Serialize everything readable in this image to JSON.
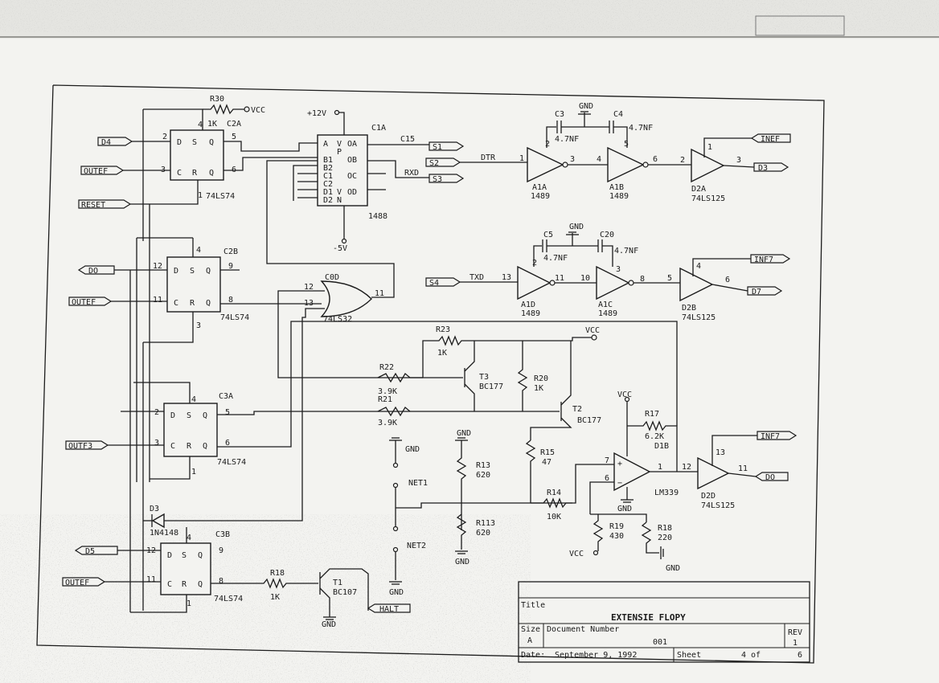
{
  "colors": {
    "paper": "#f3f3f0",
    "ink": "#1a1a1a",
    "noise": "#9a9a96"
  },
  "ports": {
    "d4": "D4",
    "outef_a": "OUTEF",
    "reset": "RESET",
    "d0_in": "DO",
    "outef_b": "OUTEF",
    "outf3": "OUTF3",
    "d5": "D5",
    "outef_c": "OUTEF",
    "s1": "S1",
    "s2": "S2",
    "s3": "S3",
    "s4": "S4",
    "inef": "INEF",
    "d3": "D3",
    "inf7_a": "INF7",
    "d7": "D7",
    "inf7_b": "INF7",
    "d0_out": "DO",
    "halt": "HALT"
  },
  "parts": {
    "r30": "R30",
    "r30_val": "1K",
    "vcc_top": "VCC",
    "c2a": "C2A",
    "c2a_type": "74LS74",
    "c2b": "C2B",
    "c2b_type": "74LS74",
    "c3a": "C3A",
    "c3a_type": "74LS74",
    "c3b": "C3B",
    "c3b_type": "74LS74",
    "c1a": "C1A",
    "c1a_type": "1488",
    "p12v": "+12V",
    "m5v": "-5V",
    "c0d": "C0D",
    "c0d_type": "74LS32",
    "c3": "C3",
    "c4": "C4",
    "c3_val": "4.7NF",
    "c4_val": "4.7NF",
    "gnd": "GND",
    "c5": "C5",
    "c20": "C20",
    "c5_val": "4.7NF",
    "c20_val": "4.7NF",
    "a1a": "A1A",
    "a1a_type": "1489",
    "a1b": "A1B",
    "a1b_type": "1489",
    "a1d": "A1D",
    "a1d_type": "1489",
    "a1c": "A1C",
    "a1c_type": "1489",
    "d2a": "D2A",
    "d2a_type": "74LS125",
    "d2b": "D2B",
    "d2b_type": "74LS125",
    "d2d": "D2D",
    "d2d_type": "74LS125",
    "r23": "R23",
    "r23_val": "1K",
    "r22": "R22",
    "r22_val": "3.9K",
    "r21": "R21",
    "r21_val": "3.9K",
    "t3": "T3",
    "t3_type": "BC177",
    "r20": "R20",
    "r20_val": "1K",
    "t2": "T2",
    "t2_type": "BC177",
    "vcc_mid": "VCC",
    "r15": "R15",
    "r15_val": "47",
    "r17": "R17",
    "r17_val": "6.2K",
    "d1b": "D1B",
    "r13": "R13",
    "r13_val": "620",
    "r113": "R113",
    "r113_val": "620",
    "r14": "R14",
    "r14_val": "10K",
    "lm339": "LM339",
    "r19": "R19",
    "r19_val": "430",
    "r18b": "R18",
    "r18b_val": "220",
    "net1": "NET1",
    "net2": "NET2",
    "d3diode": "D3",
    "d3diode_type": "1N4148",
    "r18": "R18",
    "r18_val": "1K",
    "t1": "T1",
    "t1_type": "BC107",
    "dtr": "DTR",
    "txd": "TXD",
    "rxd": "RXD",
    "c15": "C15",
    "vcc_low": "VCC"
  },
  "title_block": {
    "title_label": "Title",
    "title": "EXTENSIE FLOPY",
    "size_label": "Size",
    "size": "A",
    "docnum_label": "Document Number",
    "docnum": "001",
    "rev_label": "REV",
    "rev": "1",
    "date_label": "Date:",
    "date": "September  9, 1992",
    "sheet_label": "Sheet",
    "sheet": "4 of",
    "sheet_total": "6"
  }
}
